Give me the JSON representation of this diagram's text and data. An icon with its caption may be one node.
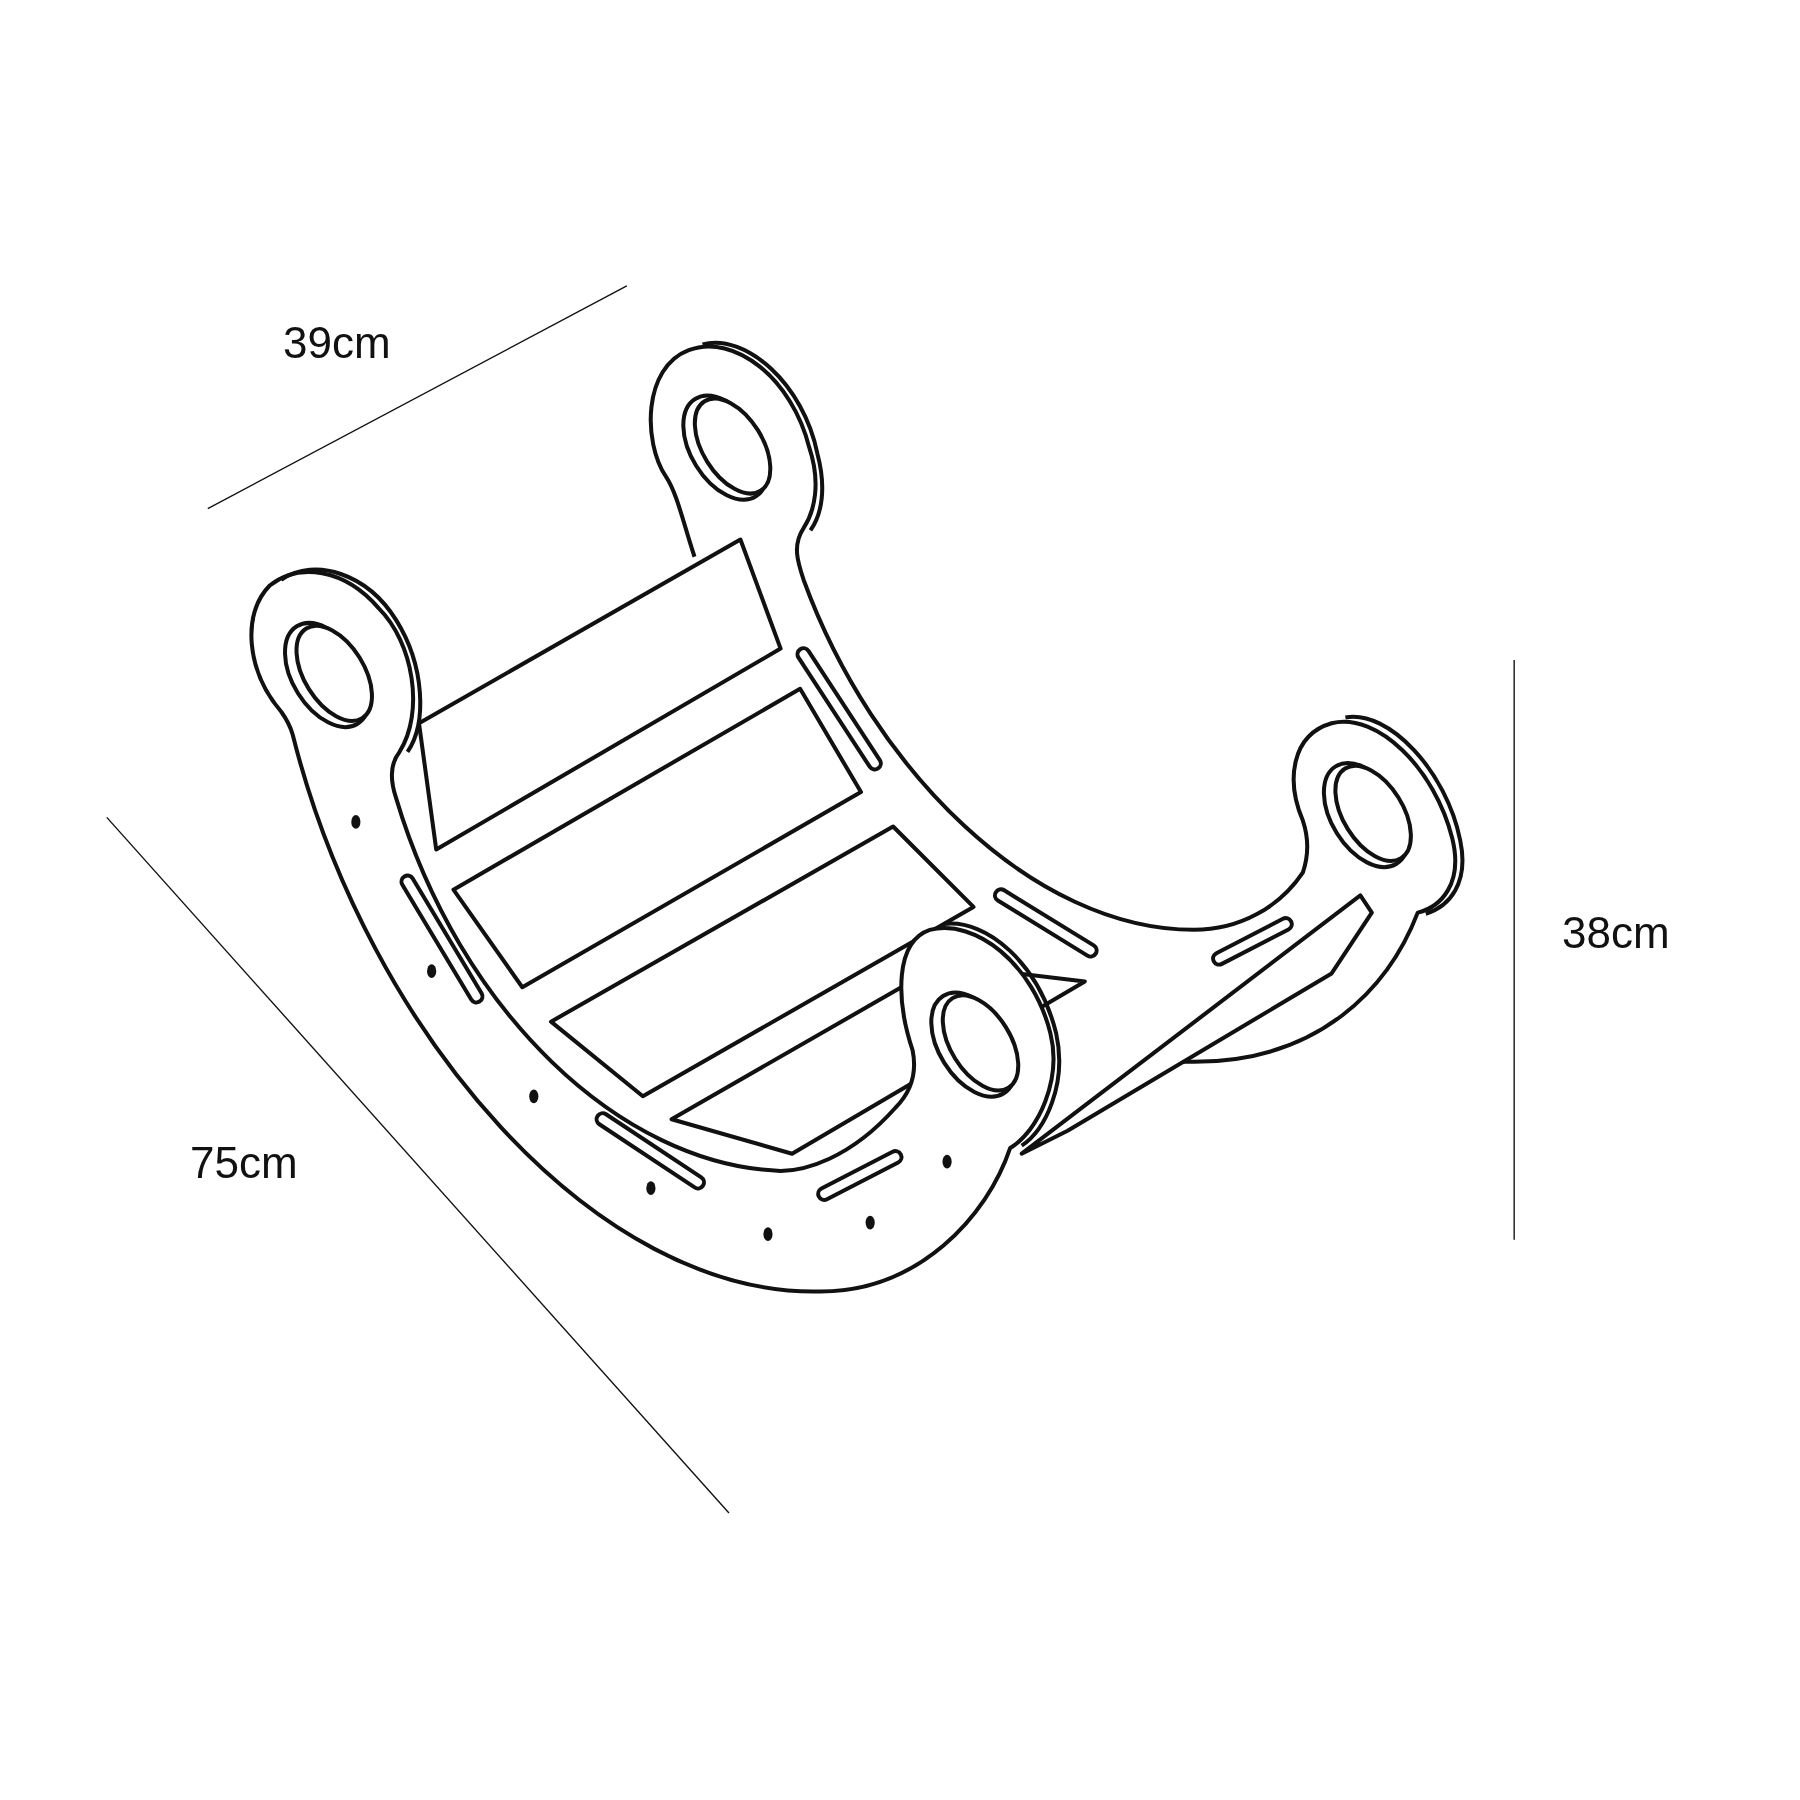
{
  "diagram": {
    "labels": [
      "39cm",
      "38cm",
      "75cm"
    ]
  }
}
